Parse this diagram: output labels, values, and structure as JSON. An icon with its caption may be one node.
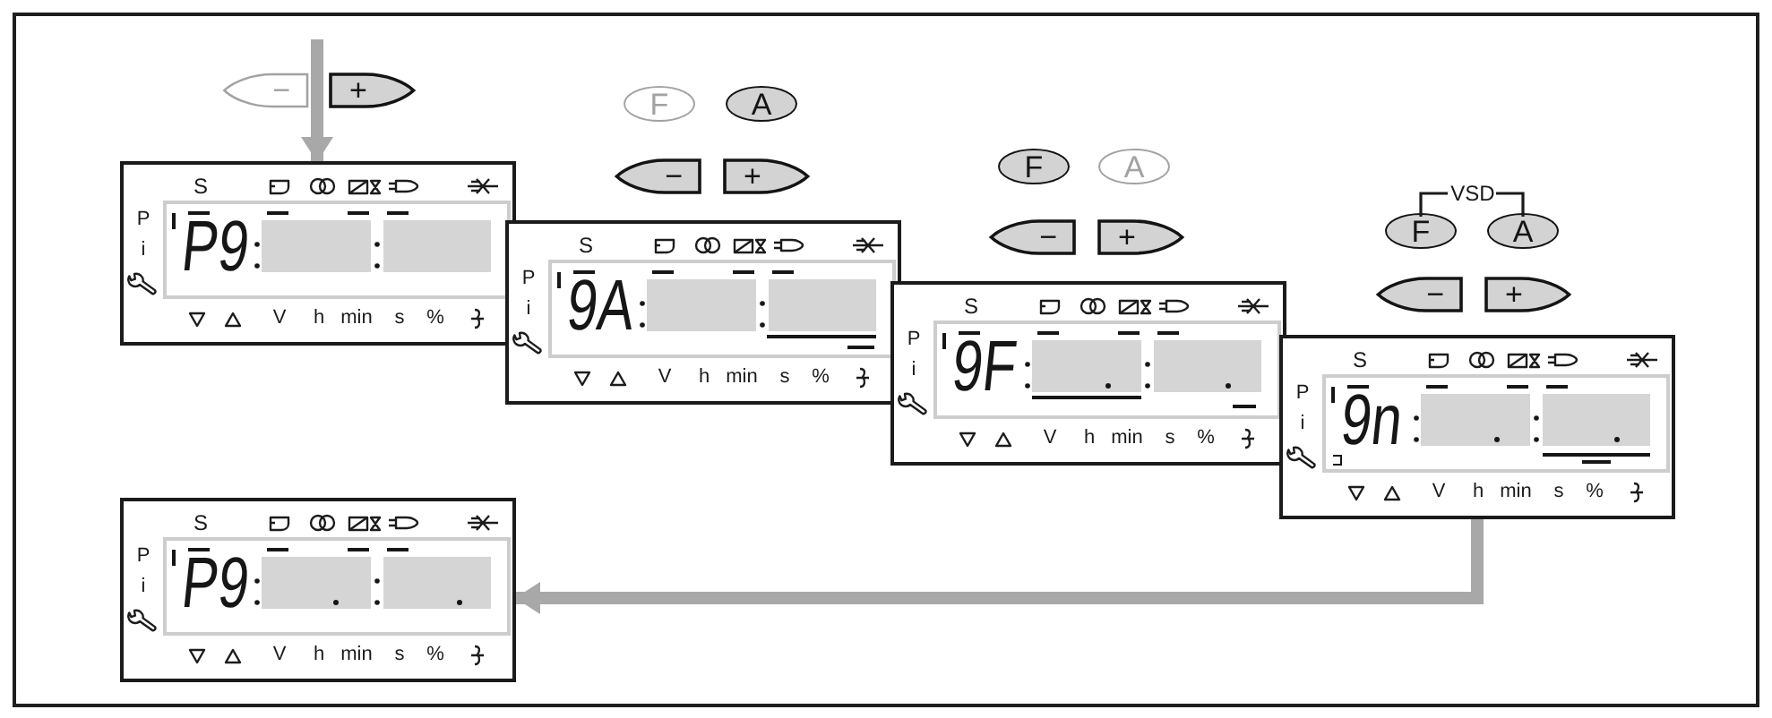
{
  "diagram": {
    "nodes": [
      {
        "text": [
          "−"
        ]
      },
      {
        "text": [
          "+"
        ]
      },
      {
        "text": [
          "S",
          "P",
          "i",
          "P9",
          "V",
          "h",
          "min",
          "s",
          "%"
        ]
      },
      {
        "text": [
          "F"
        ]
      },
      {
        "text": [
          "A"
        ]
      },
      {
        "text": [
          "−"
        ]
      },
      {
        "text": [
          "+"
        ]
      },
      {
        "text": [
          "S",
          "P",
          "i",
          "9A",
          "V",
          "h",
          "min",
          "s",
          "%"
        ]
      },
      {
        "text": [
          "F"
        ]
      },
      {
        "text": [
          "A"
        ]
      },
      {
        "text": [
          "−"
        ]
      },
      {
        "text": [
          "+"
        ]
      },
      {
        "text": [
          "S",
          "P",
          "i",
          "9F",
          "V",
          "h",
          "min",
          "s",
          "%"
        ]
      },
      {
        "text": [
          "F"
        ]
      },
      {
        "text": [
          "A"
        ]
      },
      {
        "text": [
          "−"
        ]
      },
      {
        "text": [
          "+"
        ]
      },
      {
        "text": [
          "S",
          "P",
          "i",
          "9n",
          "V",
          "h",
          "min",
          "s",
          "%"
        ]
      },
      {
        "text": [
          "S",
          "P",
          "i",
          "P9",
          "V",
          "h",
          "min",
          "s",
          "%"
        ]
      }
    ],
    "edges": [
      {
        "from": null,
        "to": 2,
        "arrow": "to"
      },
      {
        "from": 17,
        "to": 18,
        "arrow": "to"
      }
    ],
    "labels": [
      "VSD"
    ]
  }
}
